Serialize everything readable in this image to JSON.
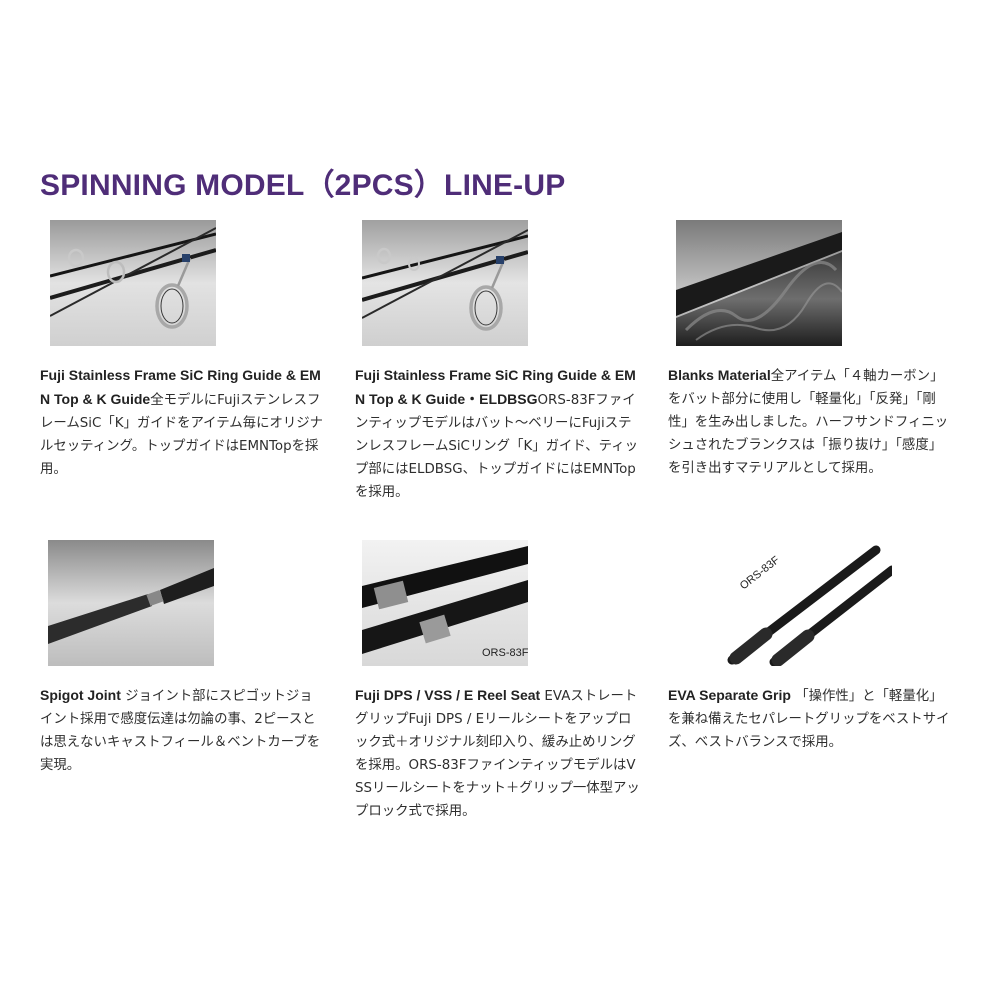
{
  "page": {
    "title": "SPINNING MODEL（2PCS）LINE-UP"
  },
  "features": [
    {
      "heading": "Fuji Stainless Frame SiC Ring Guide & EMN Top & K Guide",
      "body": "全モデルにFujiステンレスフレームSiC「K」ガイドをアイテム毎にオリジナルセッティング。トップガイドはEMNTopを採用。"
    },
    {
      "heading": "Fuji Stainless Frame SiC Ring Guide & EMN Top & K Guide・ELDBSG",
      "body": "ORS-83Fファインティップモデルはバット～ベリーにFujiステンレスフレームSiCリング「K」ガイド、ティップ部にはELDBSG、トップガイドにはEMNTopを採用。"
    },
    {
      "heading": "Blanks Material",
      "body": "全アイテム「４軸カーボン」をバット部分に使用し「軽量化」「反発」「剛性」を生み出しました。ハーフサンドフィニッシュされたブランクスは「振り抜け」「感度」を引き出すマテリアルとして採用。"
    },
    {
      "heading": "Spigot Joint",
      "body": " ジョイント部にスピゴットジョイント採用で感度伝達は勿論の事、2ピースとは思えないキャストフィール＆ベントカーブを実現。"
    },
    {
      "heading": "Fuji DPS / VSS / E Reel Seat",
      "body": " EVAストレートグリップFuji DPS / Eリールシートをアップロック式＋オリジナル刻印入り、緩み止めリングを採用。ORS-83FファインティップモデルはVSSリールシートをナット＋グリップ一体型アップロック式で採用。"
    },
    {
      "heading": "EVA Separate Grip",
      "body": " 「操作性」と「軽量化」を兼ね備えたセパレートグリップをベストサイズ、ベストバランスで採用。"
    }
  ],
  "photo_labels": {
    "reel_seat": "ORS-83F",
    "grip": "ORS-83F"
  }
}
